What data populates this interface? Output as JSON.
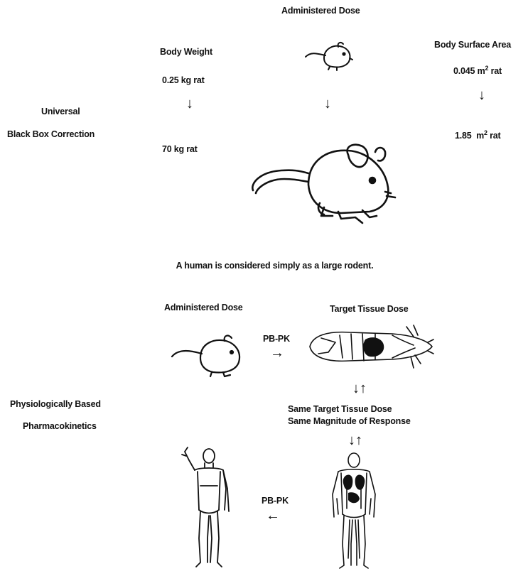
{
  "top_section": {
    "administered_dose": "Administered Dose",
    "body_weight": "Body Weight",
    "body_weight_rat": "0.25 kg rat",
    "body_weight_human": "70   kg rat",
    "body_surface_area": "Body Surface Area",
    "bsa_rat_value": "0.045",
    "bsa_rat_unit": "m",
    "bsa_rat_exp": "2",
    "bsa_rat_suffix": "rat",
    "bsa_human_value": "1.85",
    "bsa_human_unit": "m",
    "bsa_human_exp": "2",
    "bsa_human_suffix": "rat",
    "method_line1": "Universal",
    "method_line2": "Black Box Correction",
    "caption": "A human is considered simply as a large rodent."
  },
  "bottom_section": {
    "administered_dose": "Administered Dose",
    "target_tissue_dose": "Target Tissue Dose",
    "pbpk_label_top": "PB-PK",
    "pbpk_label_bottom": "PB-PK",
    "same_line1": "Same Target Tissue Dose",
    "same_line2": "Same Magnitude of Response",
    "method_line1": "Physiologically Based",
    "method_line2": "Pharmacokinetics"
  },
  "arrows": {
    "down": "↓",
    "right": "→",
    "left": "←",
    "updown": "↓↑"
  }
}
